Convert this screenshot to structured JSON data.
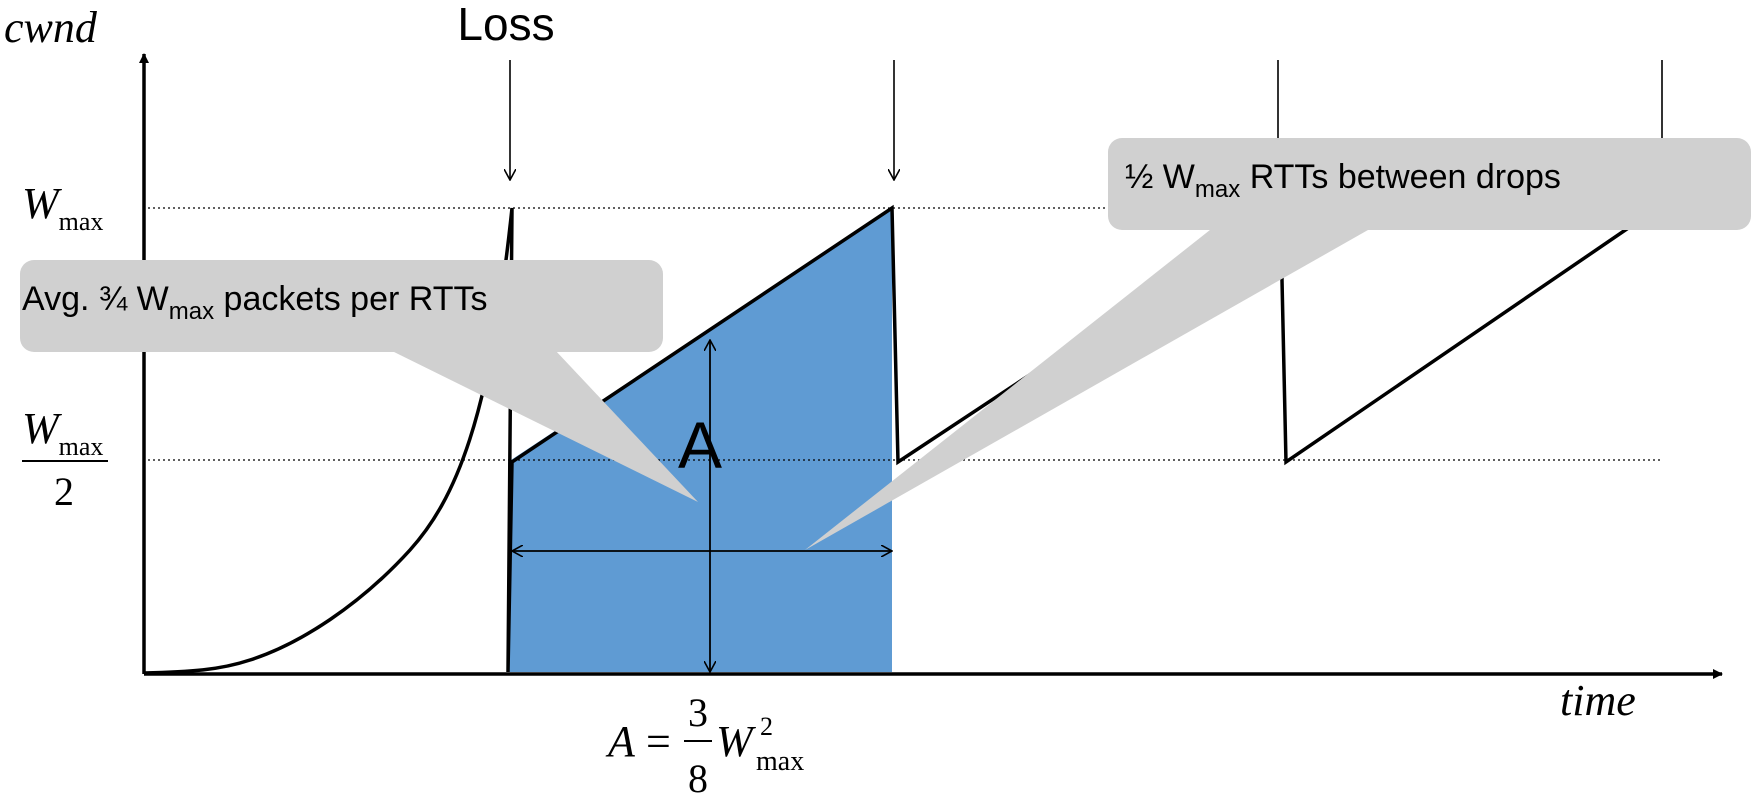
{
  "axes": {
    "y_label": "cwnd",
    "x_label": "time"
  },
  "event_label": "Loss",
  "y_ticks": {
    "wmax_main": "W",
    "wmax_sub": "max",
    "half_num_main": "W",
    "half_num_sub": "max",
    "half_den": "2"
  },
  "area_label": "A",
  "callout_avg": {
    "prefix": "Avg. ¾ W",
    "sub": "max",
    "suffix": " packets per RTTs"
  },
  "callout_rtts": {
    "prefix": "½ W",
    "sub": "max",
    "suffix": " RTTs between drops"
  },
  "formula": {
    "lhs": "A",
    "eq": "=",
    "num": "3",
    "den": "8",
    "var": "W",
    "sup": "2",
    "sub": "max"
  },
  "colors": {
    "area_fill": "#5f9bd3",
    "callout_fill": "#d0d0d0",
    "stroke": "#000000"
  }
}
